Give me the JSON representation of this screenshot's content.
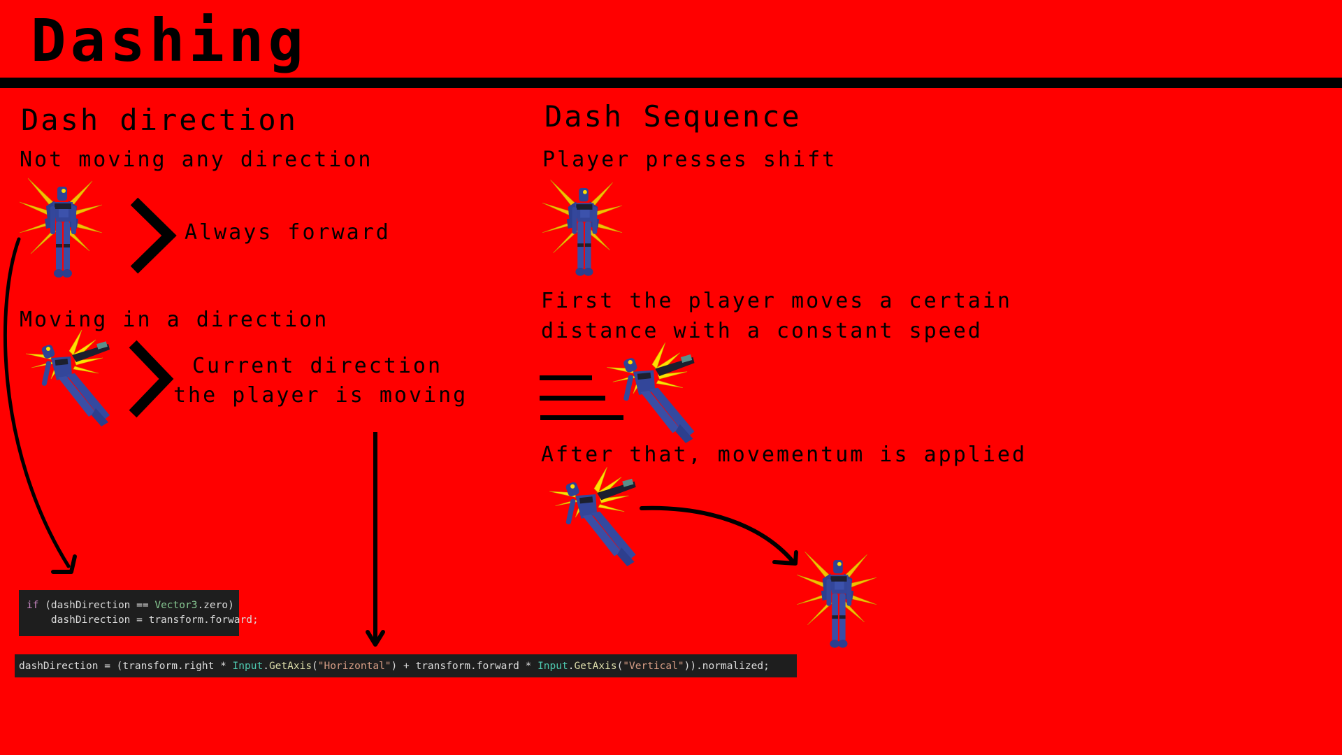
{
  "title": "Dashing",
  "colors": {
    "background": "#ff0000",
    "text": "#000000",
    "code_bg": "#1e1e1e",
    "code_text": "#dcdcdc",
    "keyword": "#c586c0",
    "type": "#86c691",
    "class": "#4ec9b0",
    "method": "#dcdcaa",
    "string": "#d69d85"
  },
  "dash_direction": {
    "heading": "Dash direction",
    "case_idle": {
      "label": "Not moving any direction",
      "sprite": "robot-idle-icon",
      "arrow": "chevron-right-icon",
      "result": "Always forward"
    },
    "case_moving": {
      "label": "Moving in a direction",
      "sprite": "robot-dashing-icon",
      "arrow": "chevron-right-icon",
      "result_line1": "Current direction",
      "result_line2": "the player is moving"
    },
    "code_idle": {
      "line1": {
        "kw": "if",
        "a": " (dashDirection == ",
        "type": "Vector3",
        "b": ".zero)"
      },
      "line2": "    dashDirection = transform.forward;"
    },
    "code_moving": {
      "p1": "dashDirection = (transform.right * ",
      "cls1": "Input",
      "dot1": ".",
      "fn1": "GetAxis",
      "p2": "(",
      "str1": "\"Horizontal\"",
      "p3": ") + transform.forward * ",
      "cls2": "Input",
      "dot2": ".",
      "fn2": "GetAxis",
      "p4": "(",
      "str2": "\"Vertical\"",
      "p5": ")).normalized;"
    }
  },
  "dash_sequence": {
    "heading": "Dash Sequence",
    "step1": {
      "label": "Player presses shift",
      "sprite": "robot-idle-icon"
    },
    "step2": {
      "line1": "First the player moves a certain",
      "line2": "distance with a constant speed",
      "sprite": "robot-dashing-icon",
      "decoration": "speed-lines-icon"
    },
    "step3": {
      "label": "After that, movementum is applied",
      "sprite_start": "robot-dashing-icon",
      "sprite_end": "robot-idle-icon",
      "arrow": "curved-arrow-icon"
    }
  }
}
